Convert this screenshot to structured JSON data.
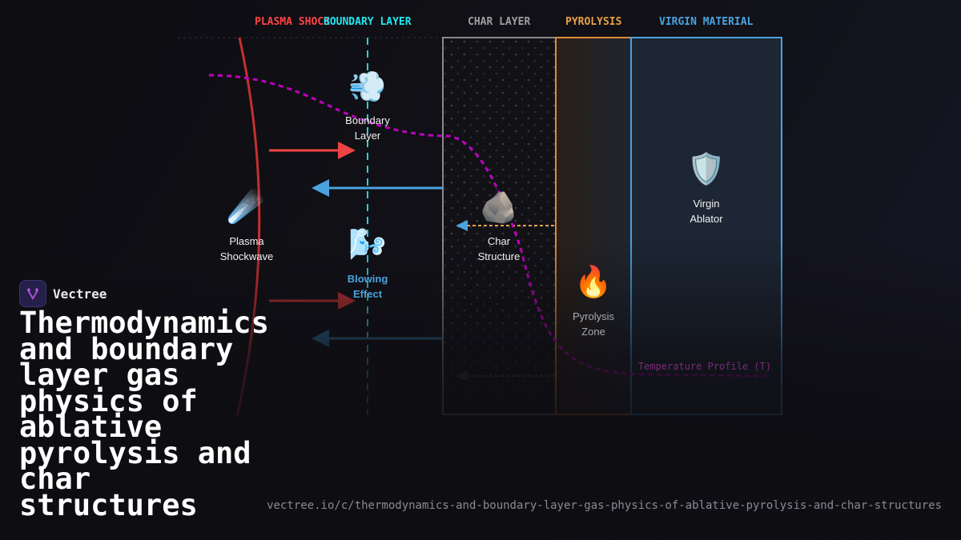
{
  "zones": {
    "plasma_shock": "PLASMA SHOCK",
    "boundary_layer": "BOUNDARY LAYER",
    "char_layer": "CHAR LAYER",
    "pyrolysis": "PYROLYSIS",
    "virgin_material": "VIRGIN MATERIAL"
  },
  "colors": {
    "plasma": "#ff4444",
    "boundary": "#22d3e6",
    "char": "#9a9a9a",
    "pyrolysis": "#e8a04a",
    "virgin": "#4aa3df",
    "temperature": "#c000c0"
  },
  "nodes": {
    "boundary": {
      "icon": "dash-wind-icon",
      "glyph": "💨",
      "line1": "Boundary",
      "line2": "Layer"
    },
    "plasma": {
      "icon": "comet-icon",
      "glyph": "☄️",
      "line1": "Plasma",
      "line2": "Shockwave"
    },
    "blowing": {
      "icon": "wind-face-icon",
      "glyph": "🌬️",
      "line1": "Blowing",
      "line2": "Effect"
    },
    "char": {
      "icon": "rock-icon",
      "glyph": "🪨",
      "line1": "Char",
      "line2": "Structure"
    },
    "pyrolysis": {
      "icon": "fire-icon",
      "glyph": "🔥",
      "line1": "Pyrolysis",
      "line2": "Zone"
    },
    "virgin": {
      "icon": "shield-icon",
      "glyph": "🛡️",
      "line1": "Virgin",
      "line2": "Ablator"
    }
  },
  "temperature_label": "Temperature Profile (T)",
  "brand": {
    "name": "Vectree"
  },
  "title": "Thermodynamics and boundary layer gas physics of ablative pyrolysis and char structures",
  "url": "vectree.io/c/thermodynamics-and-boundary-layer-gas-physics-of-ablative-pyrolysis-and-char-structures"
}
